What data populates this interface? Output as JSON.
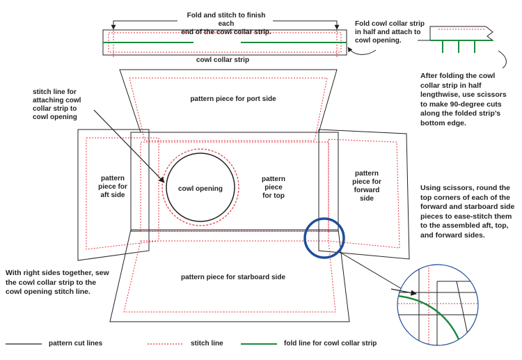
{
  "labels": {
    "fold_stitch_finish": "Fold and stitch to finish each\nend of the cowl collar strip.",
    "fold_in_half_attach": "Fold cowl collar strip\nin half and attach to\ncowl opening.",
    "cowl_collar_strip": "cowl collar strip",
    "stitch_line_attach": "stitch line for\nattaching cowl\ncollar strip to\ncowl opening",
    "port_side": "pattern piece for port side",
    "aft_side": "pattern\npiece for\naft side",
    "cowl_opening": "cowl opening",
    "top": "pattern\npiece\nfor top",
    "forward_side": "pattern\npiece for\nforward\nside",
    "starboard_side": "pattern piece for starboard side",
    "after_folding_note": "After folding the cowl\ncollar strip in half\nlengthwise, use scissors\nto make 90-degree cuts\nalong the folded strip’s\nbottom edge.",
    "scissors_round_note": "Using scissors, round the\ntop corners of each of the\nforward and starboard side\npieces to ease-stitch them\nto the assembled aft, top,\nand forward sides.",
    "right_sides_note": "With right sides together, sew\nthe cowl collar strip to the\ncowl opening stitch line."
  },
  "legend": [
    {
      "label": "pattern cut lines",
      "style": "solid",
      "color": "#231f20"
    },
    {
      "label": "stitch line",
      "style": "dotted",
      "color": "#e8323c"
    },
    {
      "label": "fold line for cowl collar strip",
      "style": "solid",
      "color": "#1a8a3c"
    }
  ],
  "colors": {
    "cut_line": "#231f20",
    "stitch_line": "#e8323c",
    "fold_line": "#1a8a3c",
    "highlight_circle": "#1f4e9b"
  }
}
